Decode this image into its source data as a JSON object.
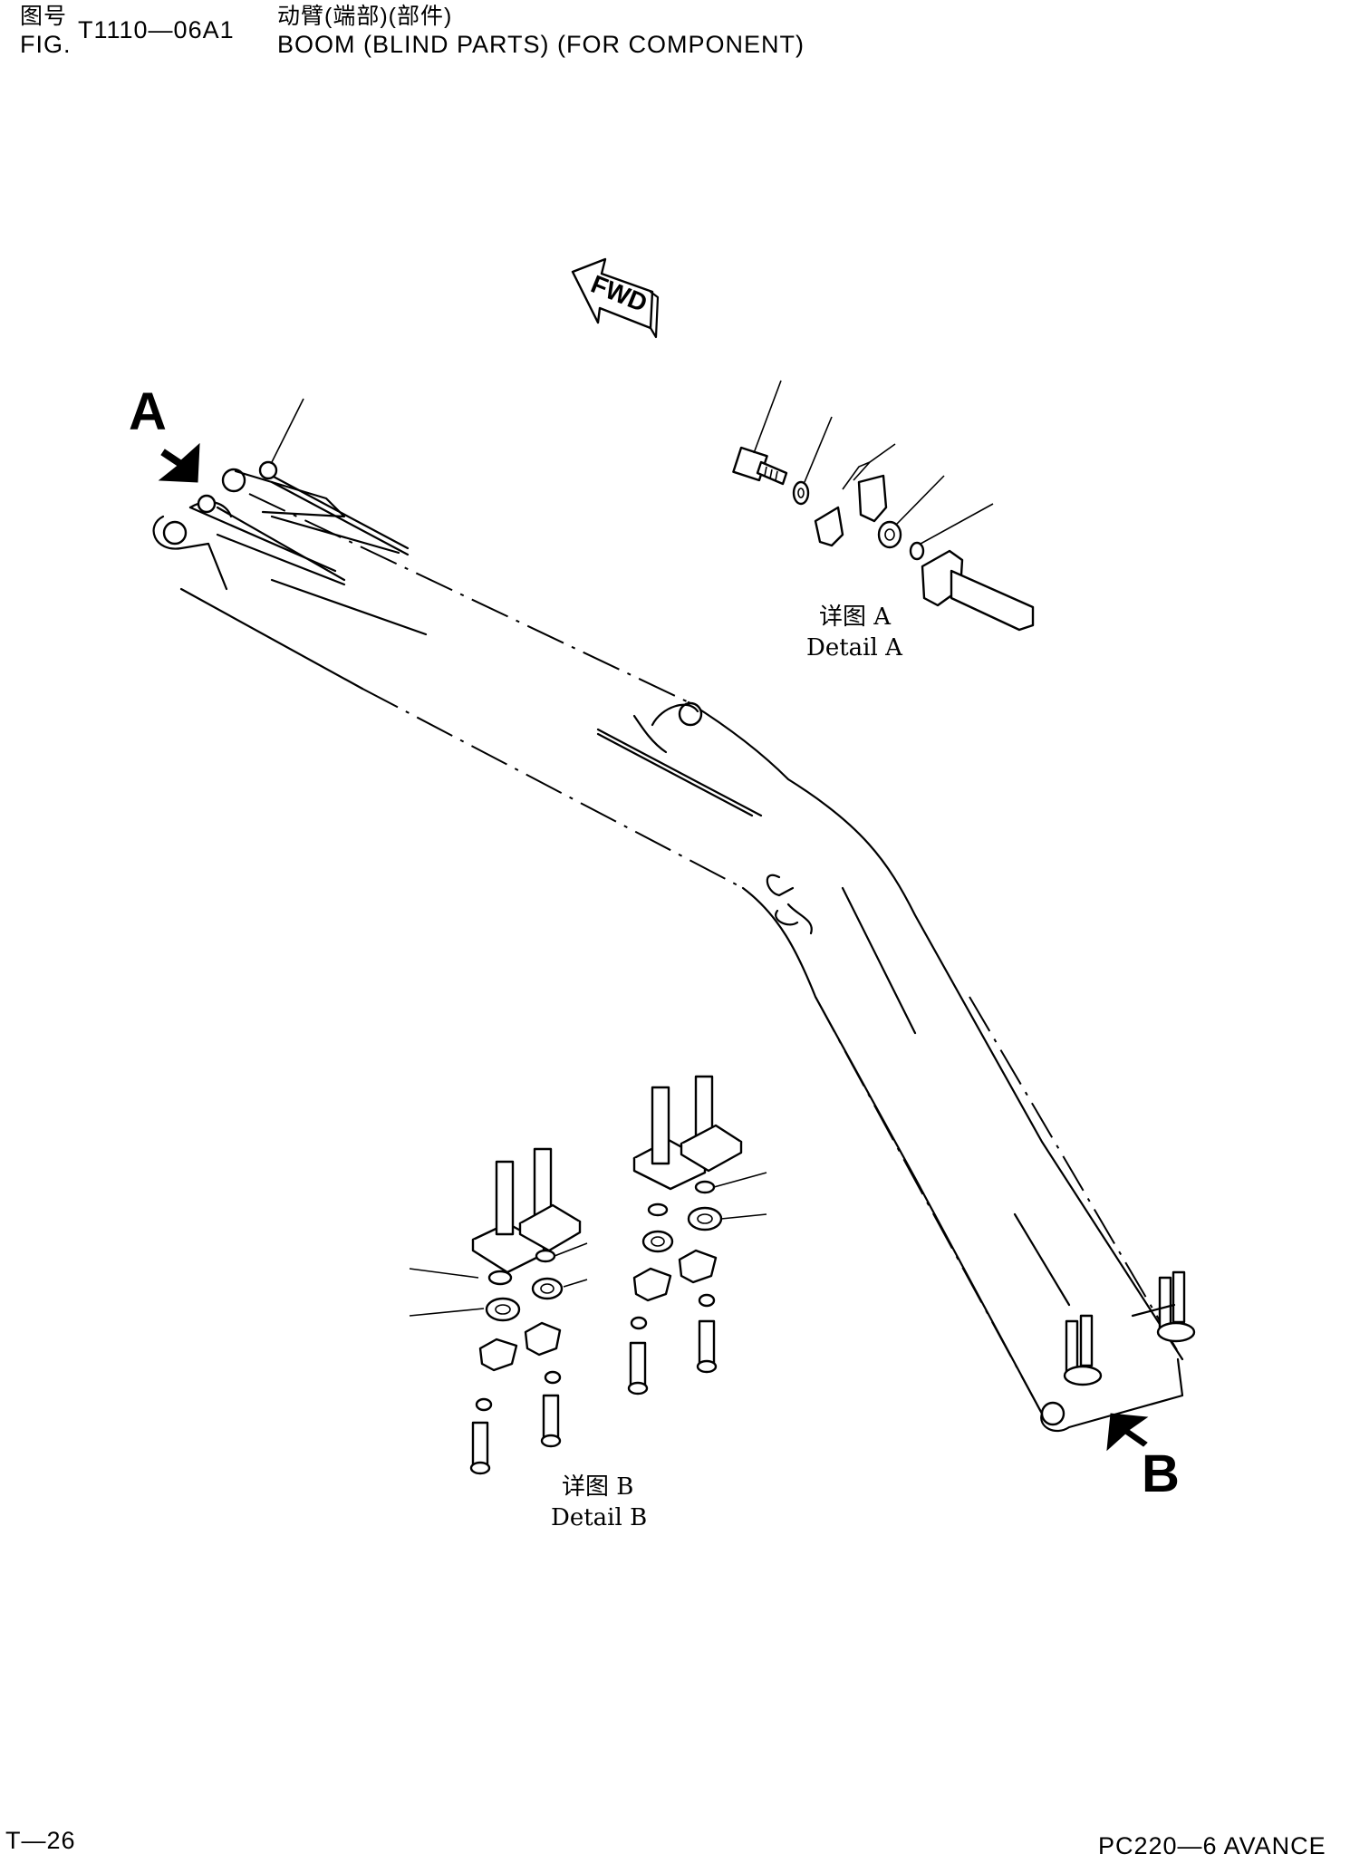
{
  "header": {
    "fig_label_cn": "图号",
    "fig_label_en": "FIG.",
    "fig_number": "T1110—06A1",
    "title_cn": "动臂(端部)(部件)",
    "title_en": "BOOM (BLIND PARTS) (FOR COMPONENT)"
  },
  "diagram": {
    "fwd_label": "FWD",
    "callout_a": "A",
    "callout_b": "B",
    "detail_a_cn": "详图 A",
    "detail_a_en": "Detail A",
    "detail_b_cn": "详图 B",
    "detail_b_en": "Detail B"
  },
  "footer": {
    "page": "T—26",
    "model": "PC220—6 AVANCE"
  }
}
